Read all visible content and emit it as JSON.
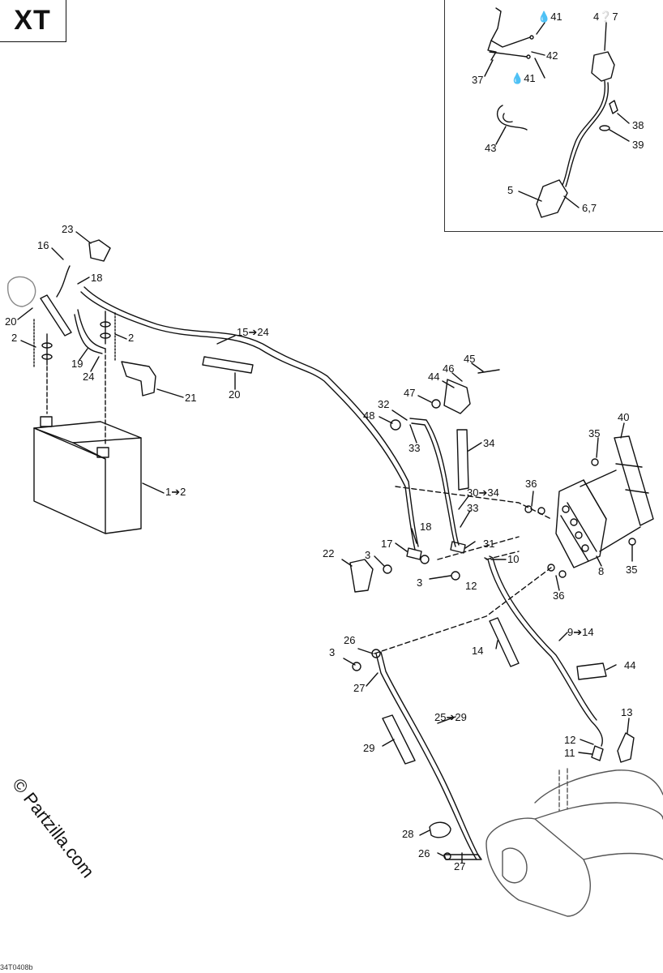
{
  "header": {
    "model_label": "XT"
  },
  "callouts": {
    "c_41a": "41",
    "c_4to7": "4❔7",
    "c_42": "42",
    "c_37": "37",
    "c_41b": "41",
    "c_38": "38",
    "c_39": "39",
    "c_43": "43",
    "c_5": "5",
    "c_6_7": "6,7",
    "c_23": "23",
    "c_16": "16",
    "c_18a": "18",
    "c_20a": "20",
    "c_2a": "2",
    "c_2b": "2",
    "c_19": "19",
    "c_24": "24",
    "c_15to24": "15➔24",
    "c_21": "21",
    "c_20b": "20",
    "c_1to2": "1➔2",
    "c_45": "45",
    "c_46": "46",
    "c_44a": "44",
    "c_47": "47",
    "c_32": "32",
    "c_48": "48",
    "c_33a": "33",
    "c_34": "34",
    "c_40": "40",
    "c_35a": "35",
    "c_36a": "36",
    "c_30to34": "30➔34",
    "c_33b": "33",
    "c_18b": "18",
    "c_17": "17",
    "c_31": "31",
    "c_22": "22",
    "c_3a": "3",
    "c_10": "10",
    "c_8": "8",
    "c_35b": "35",
    "c_3b": "3",
    "c_12a": "12",
    "c_36b": "36",
    "c_26a": "26",
    "c_3c": "3",
    "c_9to14": "9➔14",
    "c_14": "14",
    "c_27a": "27",
    "c_44b": "44",
    "c_13": "13",
    "c_25to29": "25➔29",
    "c_12b": "12",
    "c_29": "29",
    "c_11": "11",
    "c_28": "28",
    "c_26b": "26",
    "c_27b": "27"
  },
  "footer": {
    "copyright": "© Partzilla.com",
    "drawing_code": "34T0408b"
  }
}
